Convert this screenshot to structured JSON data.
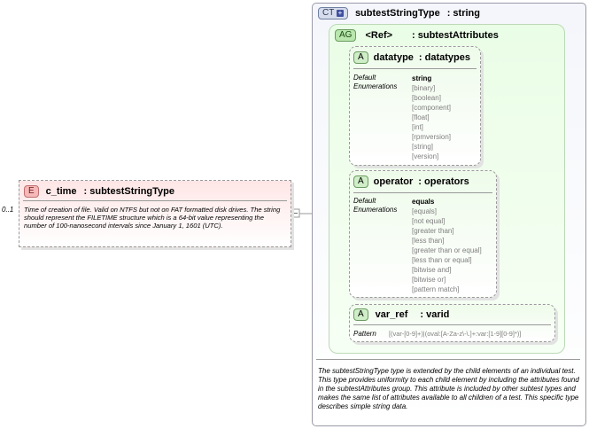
{
  "element": {
    "badge": "E",
    "name": "c_time",
    "type": ": subtestStringType",
    "cardinality": "0..1",
    "doc": "Time of creation of file. Valid on NTFS but not on FAT formatted disk drives.  The string should represent the FILETIME structure which is a 64-bit value representing the number of 100-nanosecond intervals since January 1, 1601 (UTC)."
  },
  "complex_type": {
    "badge": "CT",
    "name": "subtestStringType",
    "type": ": string",
    "doc": "The subtestStringType type is extended by the child elements of an individual test.  This type provides uniformity to each child element by including the attributes found in the subtestAttributes group.  This attribute is included by other subtest types and makes the same list of attributes available to all children of a test.  This specific type describes simple string data."
  },
  "attribute_group": {
    "badge": "AG",
    "name": "<Ref>",
    "type": ": subtestAttributes"
  },
  "attributes": [
    {
      "badge": "A",
      "name": "datatype",
      "type": ": datatypes",
      "default_label": "Default",
      "default_value": "string",
      "enum_label": "Enumerations",
      "enumerations": [
        "[binary]",
        "[boolean]",
        "[component]",
        "[float]",
        "[int]",
        "[rpmversion]",
        "[string]",
        "[version]"
      ]
    },
    {
      "badge": "A",
      "name": "operator",
      "type": ": operators",
      "default_label": "Default",
      "default_value": "equals",
      "enum_label": "Enumerations",
      "enumerations": [
        "[equals]",
        "[not equal]",
        "[greater than]",
        "[less than]",
        "[greater than or equal]",
        "[less than or equal]",
        "[bitwise and]",
        "[bitwise or]",
        "[pattern match]"
      ]
    },
    {
      "badge": "A",
      "name": "var_ref",
      "type": ": varid",
      "pattern_label": "Pattern",
      "pattern_value": "[(var-[0-9]+)|(oval:[A-Za-z\\-\\.]+:var:[1-9][0-9]*)]"
    }
  ]
}
